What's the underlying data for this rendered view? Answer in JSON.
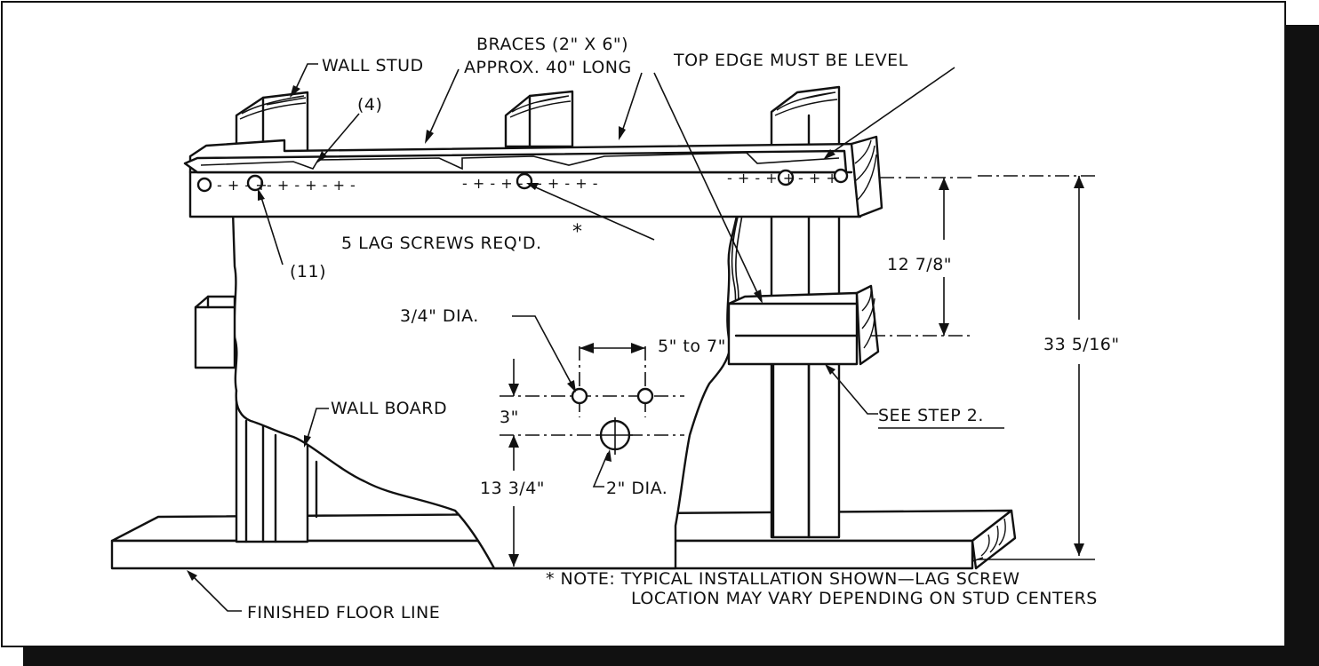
{
  "labels": {
    "wall_stud": "WALL STUD",
    "braces_line1": "BRACES (2\" X 6\")",
    "braces_line2": "APPROX. 40\" LONG",
    "top_edge": "TOP EDGE MUST BE LEVEL",
    "part_4": "(4)",
    "part_11": "(11)",
    "lag_screws": "5 LAG SCREWS REQ'D.",
    "lag_asterisk": "*",
    "dim_12_7_8": "12 7/8\"",
    "dim_33_5_16": "33 5/16\"",
    "dia_3_4": "3/4\" DIA.",
    "dim_5_to_7": "5\" to 7\"",
    "see_step_2": "SEE STEP 2.",
    "wall_board": "WALL BOARD",
    "dim_3": "3\"",
    "dim_13_3_4": "13 3/4\"",
    "dia_2": "2\" DIA.",
    "note_line1": "* NOTE: TYPICAL INSTALLATION SHOWN—LAG SCREW",
    "note_line2": "LOCATION MAY VARY DEPENDING  ON STUD CENTERS",
    "finished_floor": "FINISHED FLOOR LINE"
  }
}
